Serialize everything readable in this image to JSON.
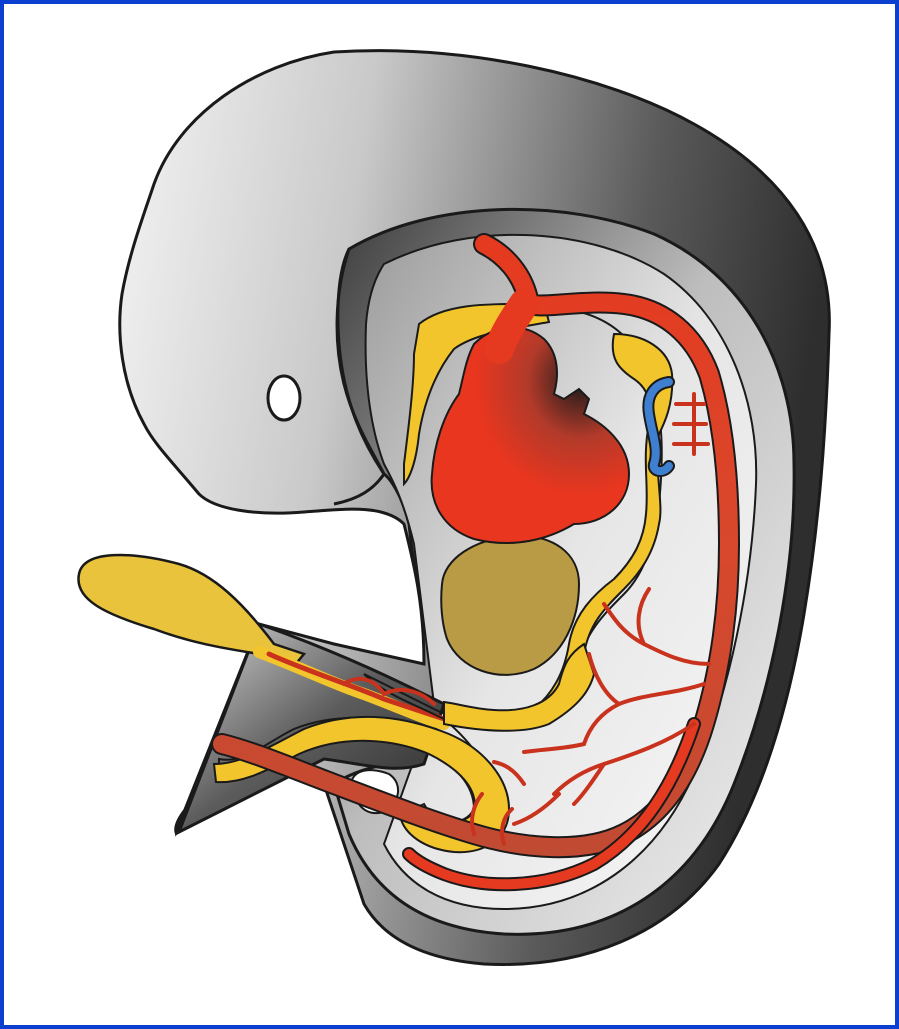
{
  "figure": {
    "frame_color": "#0a3fd0",
    "background": "#ffffff",
    "structures": [
      {
        "name": "embryo-body",
        "color": "#4a4a4a"
      },
      {
        "name": "heart",
        "color": "#e8361f"
      },
      {
        "name": "liver",
        "color": "#b99a45"
      },
      {
        "name": "yolk-sac",
        "color": "#e9c33c"
      },
      {
        "name": "gut-tube",
        "color": "#f2c52c"
      },
      {
        "name": "aorta",
        "color": "#e53a20"
      },
      {
        "name": "vein",
        "color": "#3f7fd0"
      }
    ]
  }
}
